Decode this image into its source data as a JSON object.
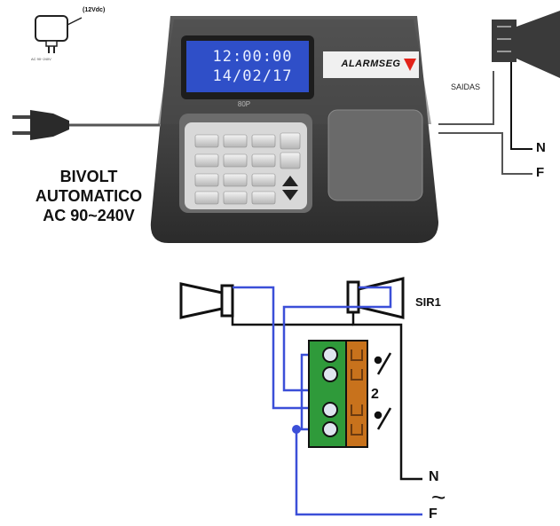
{
  "device": {
    "display_line1": "12:00:00",
    "display_line2": "14/02/17",
    "model_label": "80P",
    "brand": "ALARMSEG"
  },
  "adapter": {
    "voltage_label": "(12Vdc)",
    "small_text": "AC 90~240V"
  },
  "labels": {
    "power_line1": "BIVOLT",
    "power_line2": "AUTOMATICO",
    "power_line3": "AC 90~240V",
    "outputs": "SAIDAS",
    "neutral": "N",
    "phase": "F",
    "siren": "SIR1",
    "relay_number": "2",
    "ac_symbol": "~"
  },
  "colors": {
    "device_body": "#3a3a3a",
    "lcd": "#2f4fc8",
    "wire_blue": "#3b4fd8",
    "terminal_green": "#2f9a3a",
    "terminal_orange": "#c8721c",
    "wire_black": "#111111"
  }
}
